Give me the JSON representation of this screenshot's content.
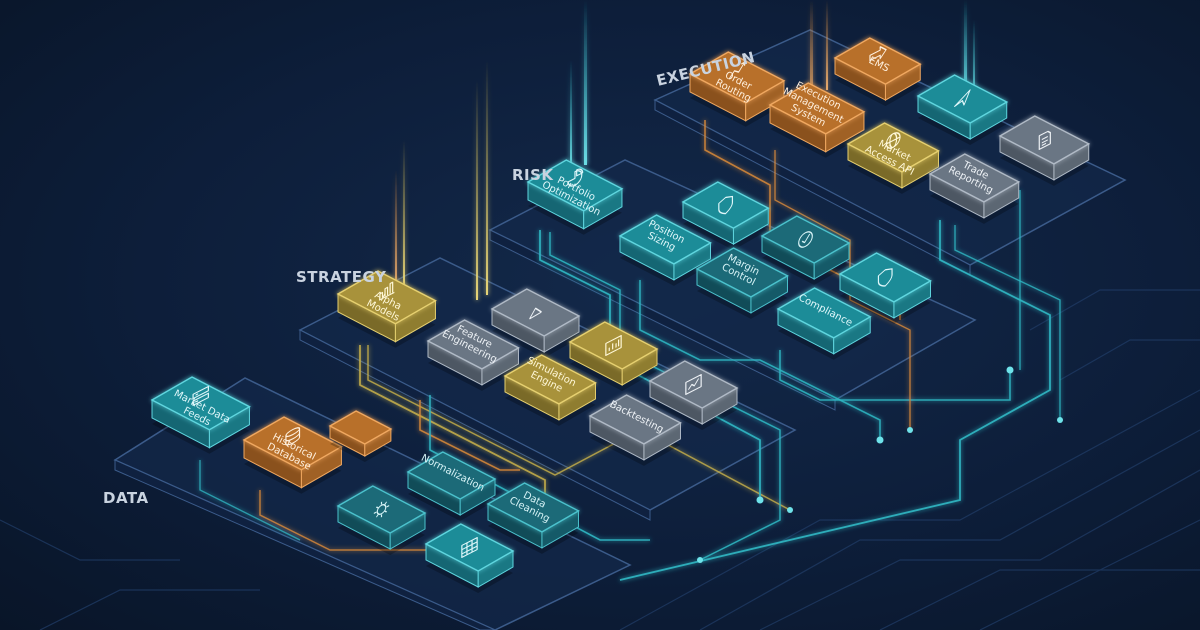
{
  "layers": {
    "execution": "EXECUTION",
    "risk": "RISK",
    "strategy": "STRATEGY",
    "data": "DATA"
  },
  "modules": {
    "order_routing": [
      "Order",
      "Routing"
    ],
    "ems": [
      "EMS"
    ],
    "execution_mgmt": [
      "Execution",
      "Management",
      "System"
    ],
    "market_access": [
      "Market",
      "Access API"
    ],
    "trade_reporting": [
      "Trade",
      "Reporting"
    ],
    "portfolio_opt": [
      "Portfolio",
      "Optimization"
    ],
    "position_sizing": [
      "Position",
      "Sizing"
    ],
    "margin_control": [
      "Margin",
      "Control"
    ],
    "compliance": [
      "Compliance"
    ],
    "alpha_models": [
      "Alpha",
      "Models"
    ],
    "feature_eng": [
      "Feature",
      "Engineering"
    ],
    "simulation": [
      "Simulation",
      "Engine"
    ],
    "backtesting": [
      "Backtesting"
    ],
    "market_data": [
      "Market Data",
      "Feeds"
    ],
    "historical_db": [
      "Historical",
      "Database"
    ],
    "normalization": [
      "Normalization"
    ],
    "data_cleaning": [
      "Data",
      "Cleaning"
    ]
  },
  "colors": {
    "background": "#0d1e3a",
    "teal": "#2fb8c4",
    "orange": "#d98a3a",
    "yellow": "#c9b24a",
    "gray": "#8a95a3",
    "platform_edge": "#3b5b8a"
  }
}
